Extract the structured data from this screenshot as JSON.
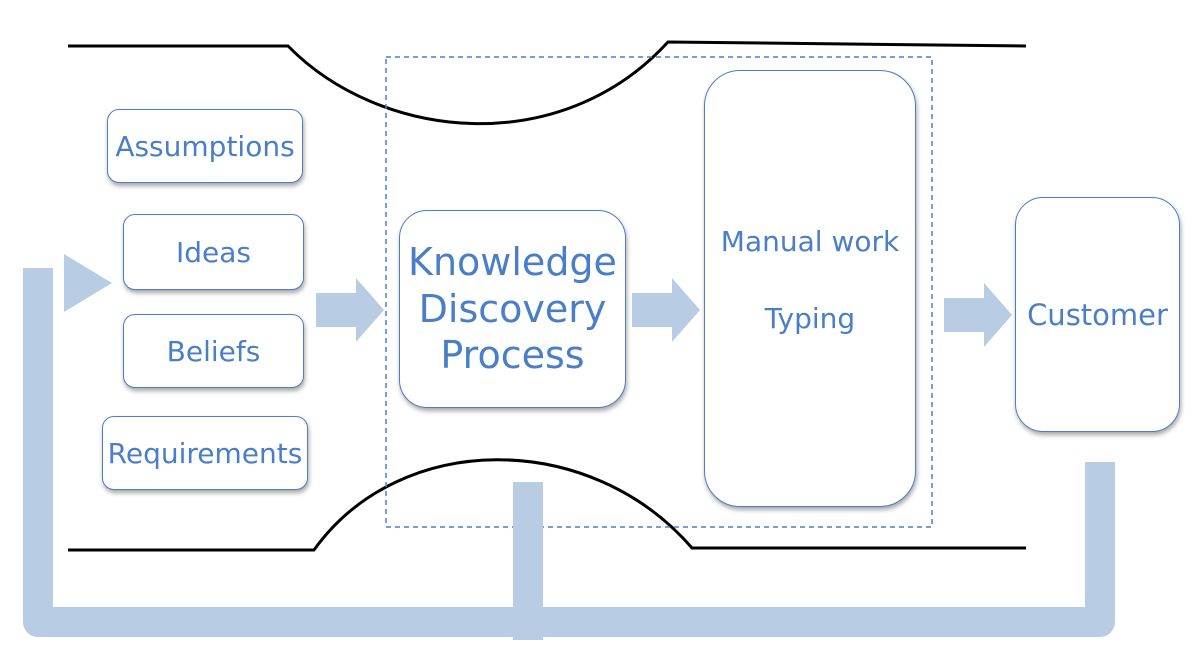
{
  "colors": {
    "box_border": "#4a7ec8",
    "text": "#4a7ec8",
    "arrow": "#b8cce4",
    "funnel": "#000000",
    "dashed": "#4a7ec8"
  },
  "inputs": [
    {
      "label": "Assumptions"
    },
    {
      "label": "Ideas"
    },
    {
      "label": "Beliefs"
    },
    {
      "label": "Requirements"
    }
  ],
  "process": {
    "lines": [
      "Knowledge",
      "Discovery",
      "Process"
    ]
  },
  "manual": {
    "lines": [
      "Manual work",
      "Typing"
    ]
  },
  "customer": {
    "label": "Customer"
  }
}
